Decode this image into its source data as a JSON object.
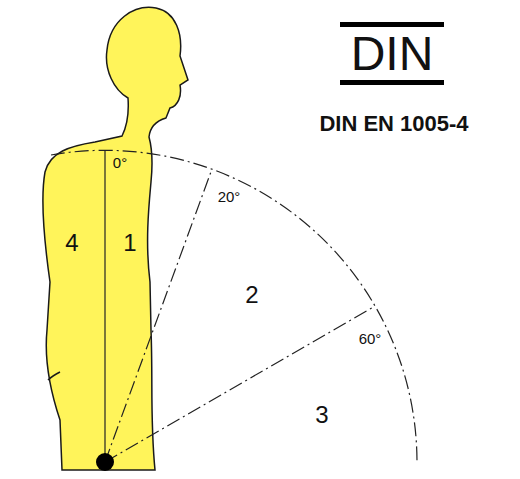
{
  "diagram": {
    "labels": [
      "DIN",
      "DIN EN 1005-4",
      "0°",
      "20°",
      "60°",
      "4",
      "1",
      "2",
      "3"
    ]
  }
}
